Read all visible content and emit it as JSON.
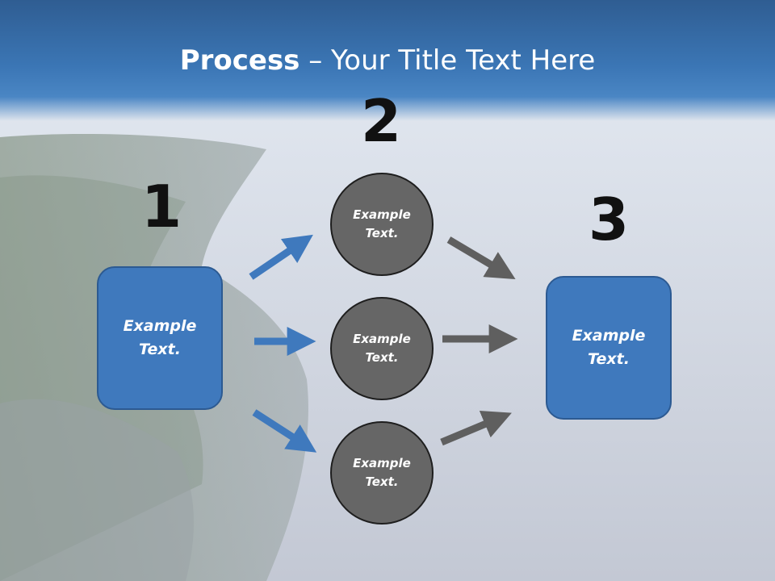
{
  "title": {
    "bold": "Process",
    "rest": " – Your Title Text Here"
  },
  "steps": {
    "one": "1",
    "two": "2",
    "three": "3"
  },
  "boxes": {
    "left": "Example\nText.",
    "right": "Example\nText."
  },
  "circles": {
    "top": "Example\nText.",
    "middle": "Example\nText.",
    "bottom": "Example\nText."
  },
  "colors": {
    "box_blue": "#3f79bd",
    "circle_gray": "#666666",
    "arrow_blue": "#3f79bd",
    "arrow_gray": "#5f5f5f"
  }
}
